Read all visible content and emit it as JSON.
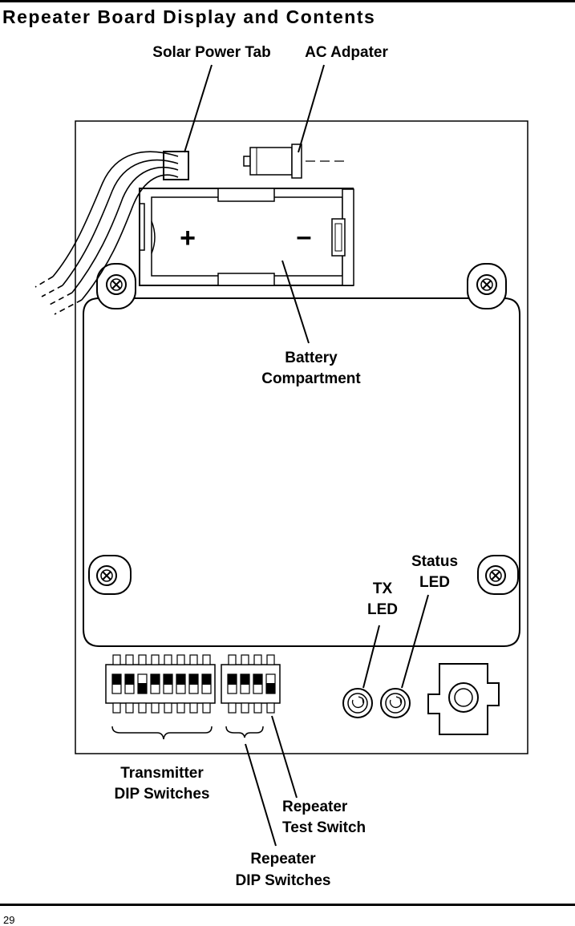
{
  "page": {
    "title": "Repeater Board Display and Contents",
    "page_number": "29"
  },
  "labels": {
    "solar_power_tab": "Solar Power Tab",
    "ac_adapter": "AC Adpater",
    "battery_line1": "Battery",
    "battery_line2": "Compartment",
    "status_line1": "Status",
    "status_line2": "LED",
    "tx_line1": "TX",
    "tx_line2": "LED",
    "transmitter_line1": "Transmitter",
    "transmitter_line2": "DIP Switches",
    "test_line1": "Repeater",
    "test_line2": "Test Switch",
    "repeater_dip_line1": "Repeater",
    "repeater_dip_line2": "DIP Switches",
    "plus_sign": "+",
    "minus_sign": "–"
  }
}
